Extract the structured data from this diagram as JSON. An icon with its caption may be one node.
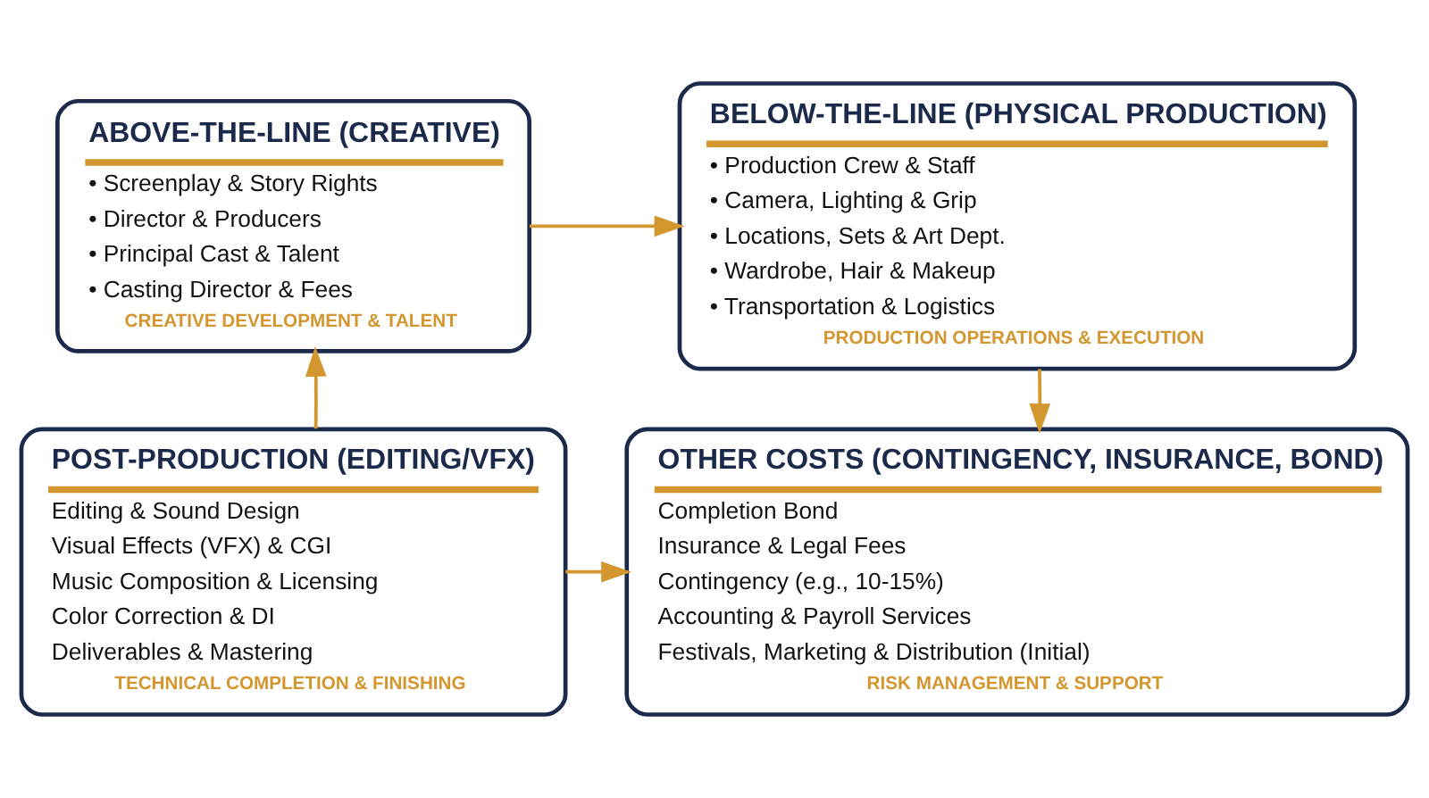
{
  "diagram": {
    "nodes": [
      {
        "text": [
          "ABOVE-THE-LINE (CREATIVE)",
          "• Screenplay & Story Rights",
          "• Director & Producers",
          "• Principal Cast & Talent",
          "• Casting Director & Fees",
          "CREATIVE DEVELOPMENT & TALENT"
        ]
      },
      {
        "text": [
          "BELOW-THE-LINE (PHYSICAL PRODUCTION)",
          "• Production Crew & Staff",
          "• Camera, Lighting & Grip",
          "• Locations, Sets & Art Dept.",
          "• Wardrobe, Hair & Makeup",
          "• Transportation & Logistics",
          "PRODUCTION OPERATIONS & EXECUTION"
        ]
      },
      {
        "text": [
          "POST-PRODUCTION (EDITING/VFX)",
          "Editing & Sound Design",
          "Visual Effects (VFX) & CGI",
          "Music Composition & Licensing",
          "Color Correction & DI",
          "Deliverables & Mastering",
          "TECHNICAL COMPLETION & FINISHING"
        ]
      },
      {
        "text": [
          "OTHER COSTS (CONTINGENCY, INSURANCE, BOND)",
          "Completion Bond",
          "Insurance & Legal Fees",
          "Contingency (e.g., 10-15%)",
          "Accounting & Payroll Services",
          "Festivals, Marketing & Distribution (Initial)",
          "RISK MANAGEMENT & SUPPORT"
        ]
      }
    ],
    "edges": [
      {
        "from": 0,
        "to": 1,
        "arrow": "to"
      },
      {
        "from": 1,
        "to": 3,
        "arrow": "to"
      },
      {
        "from": 2,
        "to": 0,
        "arrow": "to"
      },
      {
        "from": 2,
        "to": 3,
        "arrow": "to"
      }
    ]
  }
}
